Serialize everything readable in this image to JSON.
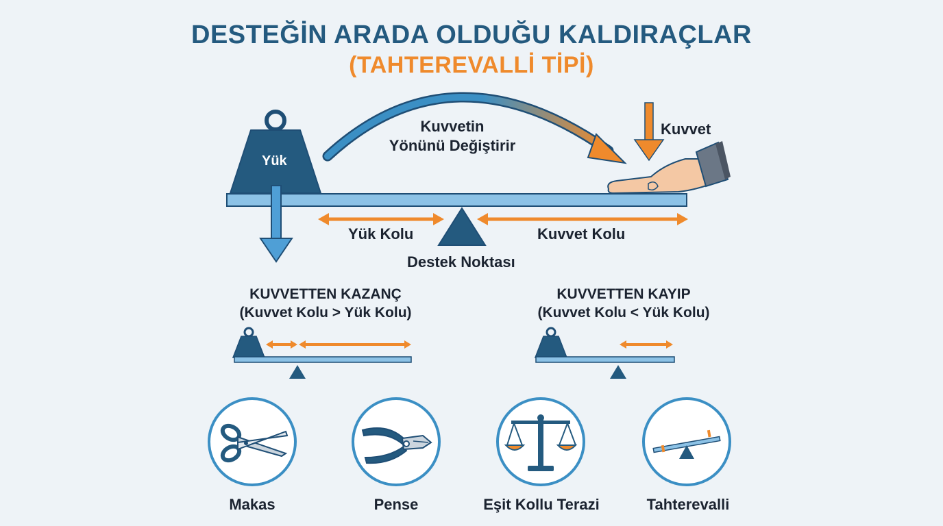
{
  "title": "DESTEĞİN ARADA OLDUĞU KALDIRAÇLAR",
  "subtitle": "(TAHTEREVALLİ TİPİ)",
  "main_diagram": {
    "load_label": "Yük",
    "direction_label_line1": "Kuvvetin",
    "direction_label_line2": "Yönünü Değiştirir",
    "force_label": "Kuvvet",
    "load_arm_label": "Yük Kolu",
    "force_arm_label": "Kuvvet Kolu",
    "fulcrum_label": "Destek Noktası"
  },
  "comparisons": {
    "gain_title": "KUVVETTEN KAZANÇ",
    "gain_condition": "(Kuvvet Kolu > Yük Kolu)",
    "loss_title": "KUVVETTEN KAYIP",
    "loss_condition": "(Kuvvet Kolu < Yük Kolu)"
  },
  "examples": [
    {
      "label": "Makas",
      "icon": "scissors-icon"
    },
    {
      "label": "Pense",
      "icon": "pliers-icon"
    },
    {
      "label": "Eşit Kollu Terazi",
      "icon": "balance-scale-icon"
    },
    {
      "label": "Tahterevalli",
      "icon": "seesaw-icon"
    }
  ],
  "colors": {
    "navy": "#245a7f",
    "orange": "#ef8a2c",
    "blue": "#3b8fc4",
    "beam": "#8cc2e6",
    "dark": "#1f4e75"
  }
}
